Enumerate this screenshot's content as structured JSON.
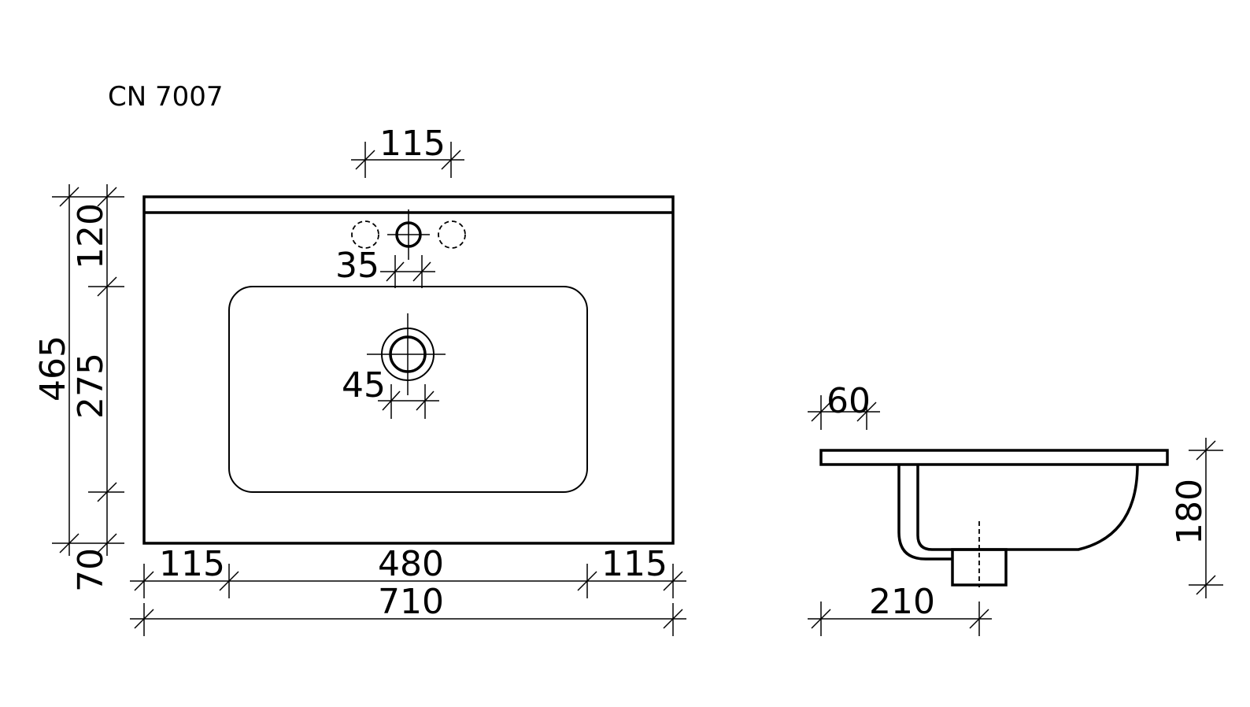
{
  "title": "CN 7007",
  "top_view": {
    "tap_spacing": "115",
    "tap_hole_diameter": "35",
    "drain_diameter": "45",
    "total_depth": "465",
    "back_to_tap_row": "120",
    "bowl_depth": "275",
    "front_margin": "70",
    "left_margin": "115",
    "bowl_width": "480",
    "right_margin": "115",
    "total_width": "710"
  },
  "side_view": {
    "rim_offset": "60",
    "height": "180",
    "drain_offset": "210"
  }
}
